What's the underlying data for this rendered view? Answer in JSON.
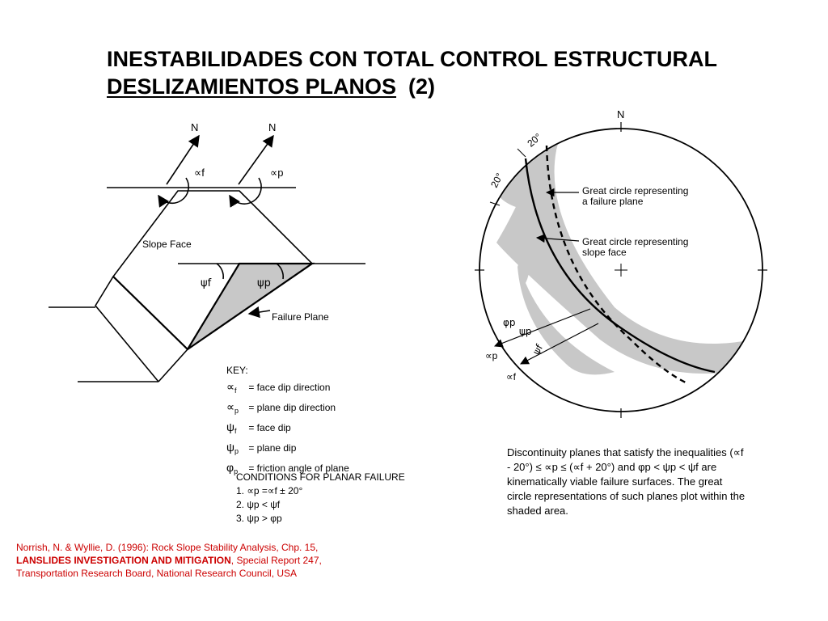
{
  "title": {
    "line1": "INESTABILIDADES CON TOTAL CONTROL ESTRUCTURAL",
    "line2_underlined": "DESLIZAMIENTOS PLANOS",
    "line2_suffix": "(2)"
  },
  "slope_diagram": {
    "north_labels": [
      "N",
      "N"
    ],
    "alpha_f_label": "∝f",
    "alpha_p_label": "∝p",
    "slope_face_label": "Slope Face",
    "psi_f_label": "ψf",
    "psi_p_label": "ψp",
    "failure_plane_label": "Failure Plane"
  },
  "key": {
    "heading": "KEY:",
    "items": [
      {
        "sym": "∝",
        "sub": "f",
        "text": "= face dip direction"
      },
      {
        "sym": "∝",
        "sub": "p",
        "text": "= plane dip direction"
      },
      {
        "sym": "ψ",
        "sub": "f",
        "text": "= face dip"
      },
      {
        "sym": "ψ",
        "sub": "p",
        "text": "= plane dip"
      },
      {
        "sym": "φ",
        "sub": "p",
        "text": "= friction angle of plane"
      }
    ]
  },
  "conditions": {
    "heading": "CONDITIONS FOR PLANAR FAILURE",
    "items": [
      "1.  ∝p =∝f ± 20°",
      "2.  ψp < ψf",
      "3.  ψp > φp"
    ]
  },
  "stereonet": {
    "north_label": "N",
    "angle_labels": [
      "20°",
      "20°"
    ],
    "failure_circle_label_1": "Great circle representing",
    "failure_circle_label_2": "a failure plane",
    "slope_circle_label_1": "Great circle representing",
    "slope_circle_label_2": "slope face",
    "phi_p_label": "φp",
    "psi_p_label": "ψp",
    "psi_f_label": "ψf",
    "alpha_p_label": "∝p",
    "alpha_f_label": "∝f"
  },
  "caption": {
    "text": "Discontinuity planes that satisfy the inequalities (∝f - 20°) ≤ ∝p ≤ (∝f + 20°) and φp < ψp < ψf are kinematically viable failure surfaces.  The great circle representations of such planes plot within the shaded area."
  },
  "citation": {
    "line1": "Norrish, N. & Wyllie, D. (1996): Rock Slope Stability Analysis, Chp. 15,",
    "line2_bold": "LANSLIDES INVESTIGATION AND MITIGATION",
    "line2_rest": ", Special Report 247,",
    "line3": "Transportation Research Board, National Research Council, USA"
  },
  "colors": {
    "citation": "#cc0000",
    "shade": "#c8c8c8"
  }
}
